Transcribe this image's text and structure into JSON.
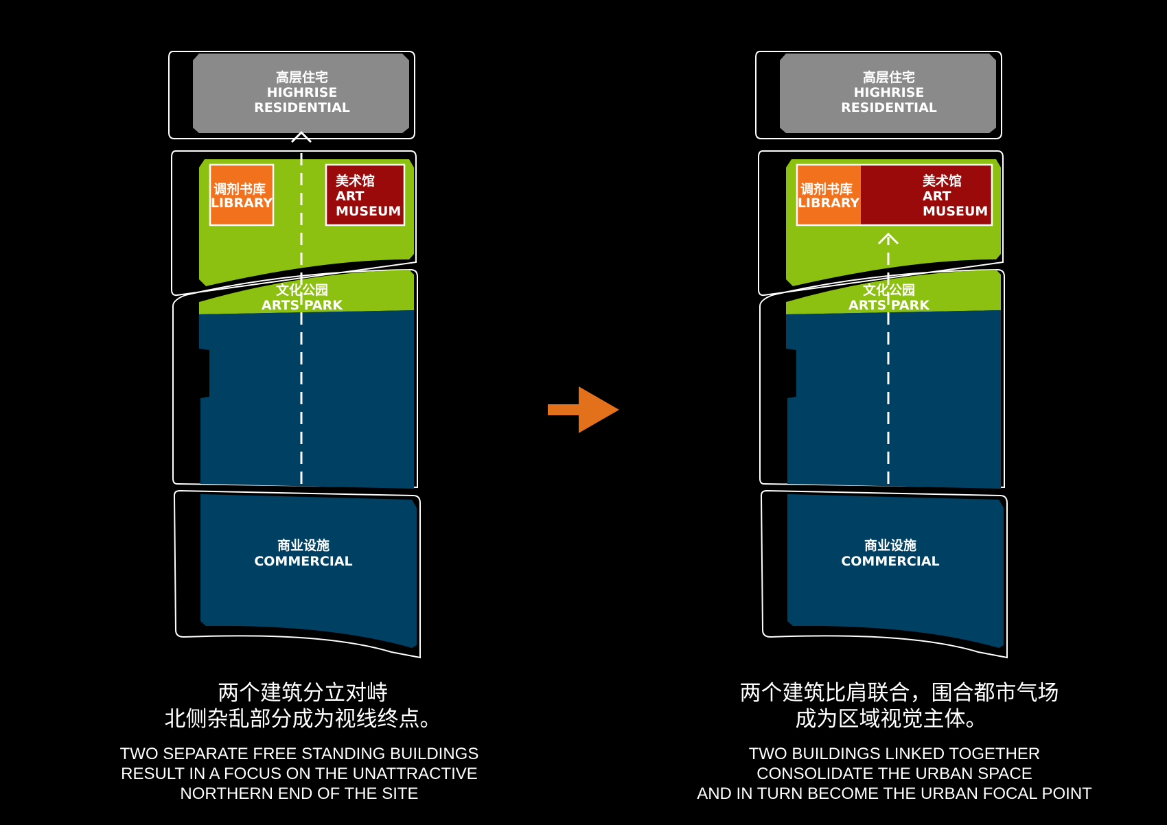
{
  "colors": {
    "background": "#000000",
    "residential": "#8a8a8a",
    "park": "#8cc011",
    "commercial": "#004163",
    "library": "#f2711c",
    "museum": "#9b0a0a",
    "arrow": "#e3701a",
    "outline": "#ffffff"
  },
  "left_panel": {
    "residential": {
      "zh": "高层住宅",
      "en1": "HIGHRISE",
      "en2": "RESIDENTIAL"
    },
    "library": {
      "zh": "调剂书库",
      "en": "LIBRARY"
    },
    "museum": {
      "zh": "美术馆",
      "en1": "ART",
      "en2": "MUSEUM"
    },
    "park": {
      "zh": "文化公园",
      "en": "ARTS PARK"
    },
    "commercial": {
      "zh": "商业设施",
      "en": "COMMERCIAL"
    },
    "caption": {
      "zh1": "两个建筑分立对峙",
      "zh2": "北侧杂乱部分成为视线终点。",
      "en1": "TWO SEPARATE FREE STANDING BUILDINGS",
      "en2": "RESULT IN A FOCUS ON THE UNATTRACTIVE",
      "en3": "NORTHERN END OF THE SITE"
    }
  },
  "right_panel": {
    "residential": {
      "zh": "高层住宅",
      "en1": "HIGHRISE",
      "en2": "RESIDENTIAL"
    },
    "library": {
      "zh": "调剂书库",
      "en": "LIBRARY"
    },
    "museum": {
      "zh": "美术馆",
      "en1": "ART",
      "en2": "MUSEUM"
    },
    "park": {
      "zh": "文化公园",
      "en": "ARTS PARK"
    },
    "commercial": {
      "zh": "商业设施",
      "en": "COMMERCIAL"
    },
    "caption": {
      "zh1": "两个建筑比肩联合，围合都市气场",
      "zh2": "成为区域视觉主体。",
      "en1": "TWO BUILDINGS LINKED TOGETHER",
      "en2": "CONSOLIDATE THE URBAN SPACE",
      "en3": "AND IN TURN BECOME THE URBAN FOCAL POINT"
    }
  },
  "transition_arrow": {
    "icon": "right-arrow-icon"
  }
}
